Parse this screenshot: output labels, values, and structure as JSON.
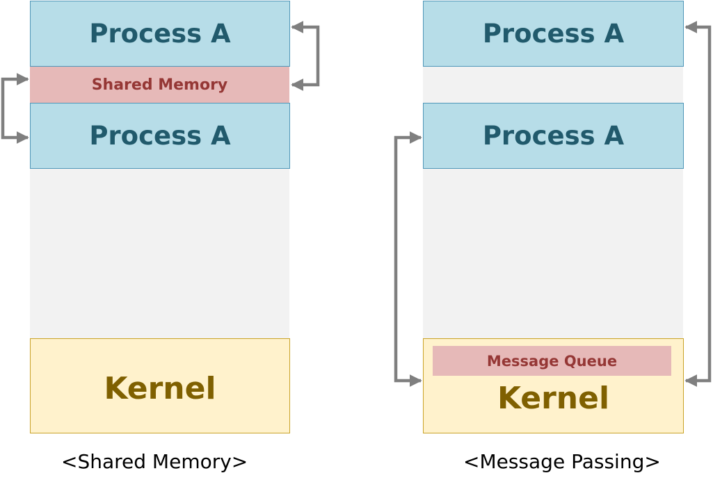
{
  "left": {
    "process_top": "Process A",
    "shared_memory": "Shared Memory",
    "process_bottom": "Process A",
    "kernel": "Kernel",
    "caption": "<Shared Memory>"
  },
  "right": {
    "process_top": "Process A",
    "process_bottom": "Process A",
    "message_queue": "Message Queue",
    "kernel": "Kernel",
    "caption": "<Message Passing>"
  },
  "colors": {
    "process_fill": "#b7dde8",
    "shared_fill": "#e6b9b8",
    "kernel_fill": "#fff2cc",
    "arrow": "#7f7f7f"
  }
}
